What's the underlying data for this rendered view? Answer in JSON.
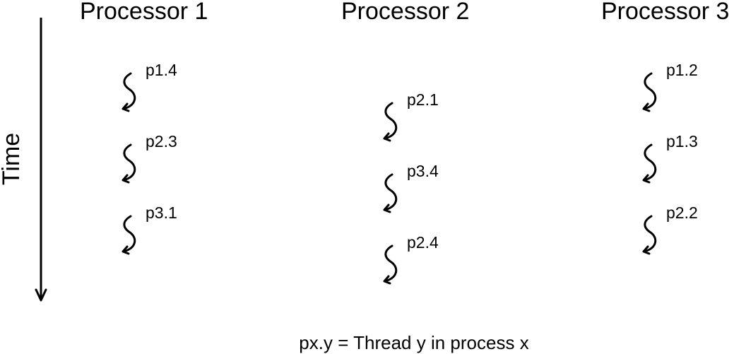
{
  "time_axis": {
    "label": "Time"
  },
  "processors": [
    {
      "title": "Processor 1",
      "threads": [
        "p1.4",
        "p2.3",
        "p3.1"
      ]
    },
    {
      "title": "Processor 2",
      "threads": [
        "p2.1",
        "p3.4",
        "p2.4"
      ]
    },
    {
      "title": "Processor 3",
      "threads": [
        "p1.2",
        "p1.3",
        "p2.2"
      ]
    }
  ],
  "legend": "px.y = Thread y in process x"
}
